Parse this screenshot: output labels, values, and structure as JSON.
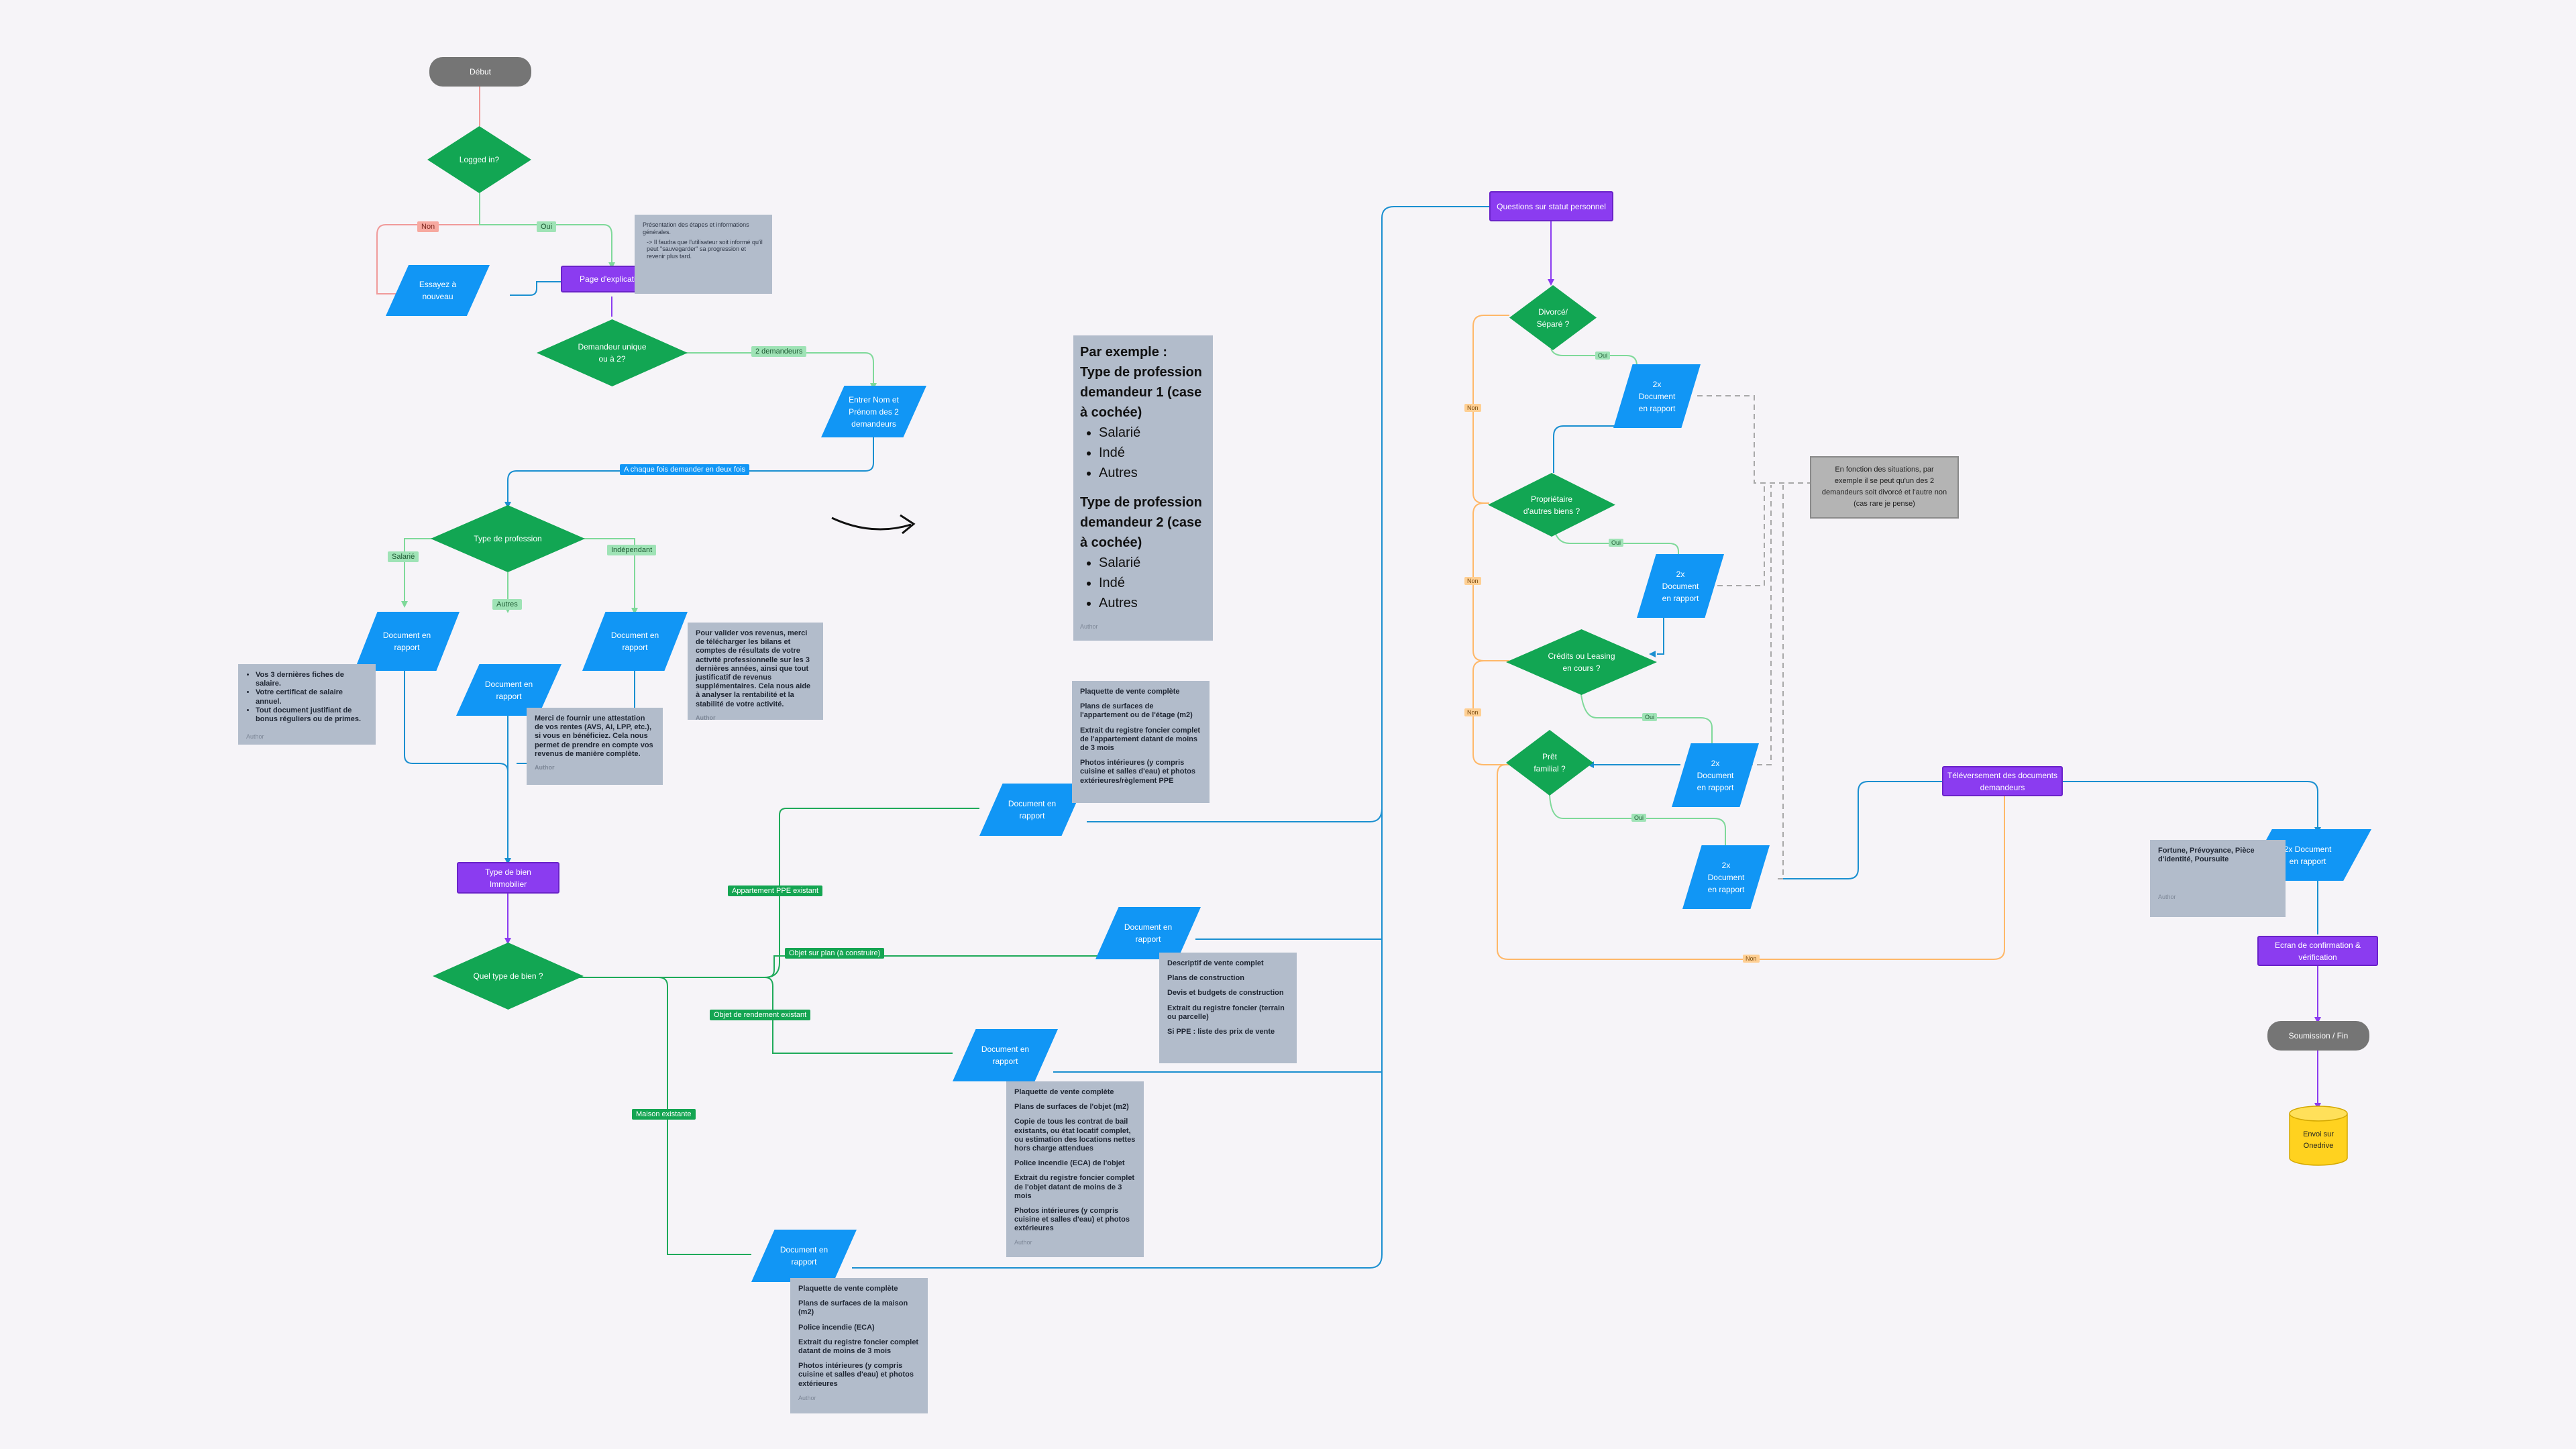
{
  "colors": {
    "green": "#12a653",
    "purple": "#8b3cf0",
    "blue": "#1196f5",
    "gray": "#757575",
    "note": "#b2bccb",
    "line_blue": "#1a8fd0",
    "line_green": "#1faa5a",
    "line_orange": "#ffb869",
    "yellow": "#ffd21f"
  },
  "flow": {
    "debut": "Début",
    "logged": "Logged in?",
    "non": "Non",
    "oui": "Oui",
    "essayer": "Essayez à\nnouveau",
    "page_expl": "Page d'explication",
    "note_expl_title": "Présentation des étapes et informations générales.",
    "note_expl_body": "-> Il faudra que l'utilisateur soit informé qu'il peut \"sauvegarder\" sa progression et revenir plus tard.",
    "demandeur": "Demandeur unique\nou à 2?",
    "deux_dem": "2 demandeurs",
    "entrer_nom": "Entrer Nom et\nPrénom des 2\ndemandeurs",
    "chaque_fois": "A chaque fois demander en deux fois",
    "type_prof": "Type de profession",
    "salarie": "Salarié",
    "autres": "Autres",
    "independant": "Indépendant",
    "doc_rapport": "Document en\nrapport",
    "note_salarie": [
      "Vos 3 dernières fiches de salaire.",
      "Votre certificat de salaire annuel.",
      "Tout document justifiant de bonus réguliers ou de primes."
    ],
    "note_autres": "Merci de fournir une attestation de vos rentes (AVS, AI, LPP, etc.), si vous en bénéficiez. Cela nous permet de prendre en compte vos revenus de manière complète.",
    "note_indep": "Pour valider vos revenus, merci de télécharger les bilans et comptes de résultats de votre activité professionnelle sur les 3 dernières années, ainsi que tout justificatif de revenus supplémentaires. Cela nous aide à analyser la rentabilité et la stabilité de votre activité.",
    "note_dots": "Author",
    "type_bien": "Type de bien\nImmobilier",
    "quel_type": "Quel type de bien ?",
    "appart_ppe": "Appartement PPE existant",
    "objet_plan": "Objet sur plan (à construire)",
    "objet_rend": "Objet de rendement existant",
    "maison": "Maison existante",
    "note_ppe": [
      "Plaquette de vente complète",
      "Plans de surfaces de l'appartement ou de l'étage (m2)",
      "Extrait du registre foncier complet de l'appartement datant de moins de 3 mois",
      "Photos intérieures (y compris cuisine et salles d'eau) et photos extérieures/règlement PPE"
    ],
    "note_plan": [
      "Descriptif de vente complet",
      "Plans de construction",
      "Devis et budgets de construction",
      "Extrait du registre foncier (terrain ou parcelle)",
      "Si PPE : liste des prix de vente"
    ],
    "note_rend": [
      "Plaquette de vente complète",
      "Plans de surfaces de l'objet (m2)",
      "Copie de tous les contrat de bail existants, ou état locatif complet, ou estimation des locations nettes hors charge attendues",
      "Police incendie (ECA) de l'objet",
      "Extrait du registre foncier complet de l'objet datant de moins de 3 mois",
      "Photos intérieures (y compris cuisine et salles d'eau) et photos extérieures"
    ],
    "note_maison": [
      "Plaquette de vente complète",
      "Plans de surfaces de la maison (m2)",
      "Police incendie (ECA)",
      "Extrait du registre foncier complet datant de moins de 3 mois",
      "Photos intérieures (y compris cuisine et salles d'eau) et photos extérieures"
    ],
    "ex_title": "Par exemple :",
    "ex_t1": "Type de profession demandeur 1 (case à cochée)",
    "ex_t2": "Type de profession demandeur 2 (case à cochée)",
    "ex_items": [
      "Salarié",
      "Indé",
      "Autres"
    ],
    "ex_author": "Author",
    "questions": "Questions sur statut personnel",
    "divorce": "Divorcé/\nSéparé ?",
    "doc2x": "2x\nDocument\nen rapport",
    "proprio": "Propriétaire\nd'autres biens ?",
    "credits": "Crédits ou Leasing\nen cours ?",
    "pret": "Prêt\nfamilial ?",
    "gray_note": "En fonction des situations, par exemple il se peut qu'un des 2 demandeurs soit divorcé et l'autre non (cas rare je pense)",
    "televers": "Téléversement des documents\ndemandeurs",
    "doc2x_b": "2x Document\nen rapport",
    "note_fortune": "Fortune, Prévoyance, Pièce d'identité, Poursuite",
    "ecran": "Ecran de confirmation &\nvérification",
    "soumission": "Soumission / Fin",
    "onedrive": "Envoi sur\nOnedrive"
  }
}
